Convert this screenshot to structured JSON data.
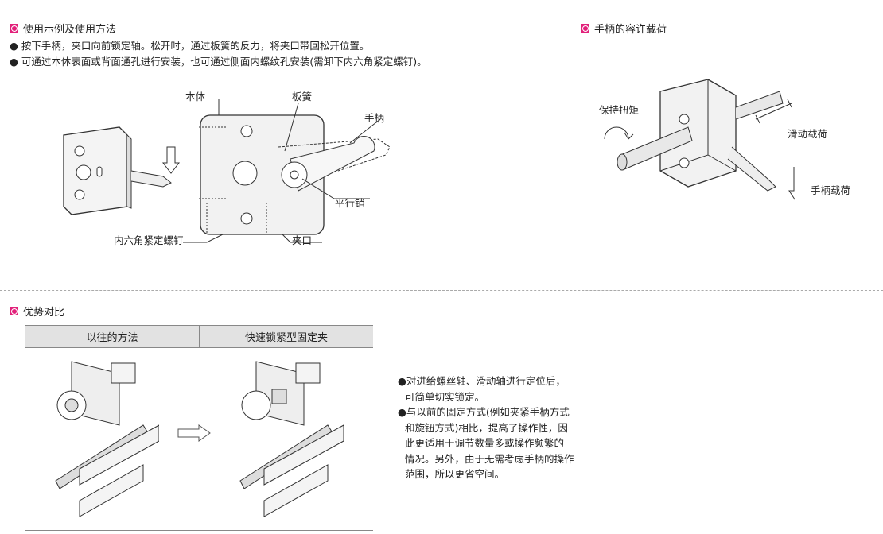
{
  "usage": {
    "title": "使用示例及使用方法",
    "bullets": [
      "按下手柄，夹口向前锁定轴。松开时，通过板簧的反力，将夹口带回松开位置。",
      "可通过本体表面或背面通孔进行安装，也可通过侧面内螺纹孔安装(需卸下内六角紧定螺钉)。"
    ],
    "labels": {
      "body": "本体",
      "spring": "板簧",
      "handle": "手柄",
      "pin": "平行销",
      "screw": "内六角紧定螺钉",
      "jaw": "夹口"
    }
  },
  "load": {
    "title": "手柄的容许载荷",
    "labels": {
      "torque": "保持扭矩",
      "slide": "滑动载荷",
      "handle": "手柄载荷"
    }
  },
  "compare": {
    "title": "优势对比",
    "columns": [
      "以往的方法",
      "快速锁紧型固定夹"
    ],
    "points": [
      "对进给螺丝轴、滑动轴进行定位后，",
      "可简单切实锁定。",
      "与以前的固定方式(例如夹紧手柄方式",
      "和旋钮方式)相比，提高了操作性，因",
      "此更适用于调节数量多或操作频繁的",
      "情况。另外，由于无需考虑手柄的操作",
      "范围，所以更省空间。"
    ]
  },
  "colors": {
    "accent": "#e2207a"
  }
}
